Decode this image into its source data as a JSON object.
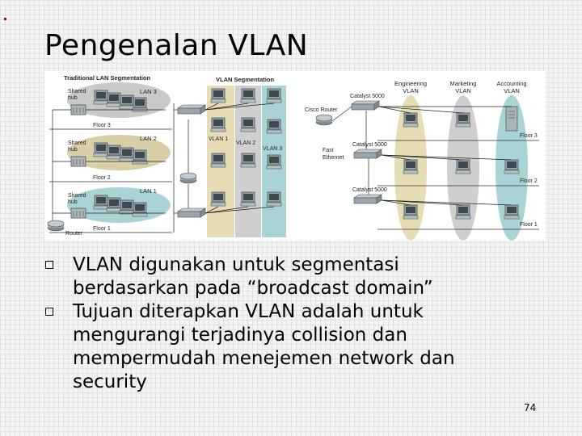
{
  "slide": {
    "title": "Pengenalan VLAN",
    "page_number": "74",
    "bullets": [
      "VLAN digunakan untuk segmentasi berdasarkan pada “broadcast domain”",
      "Tujuan diterapkan VLAN adalah untuk mengurangi terjadinya collision dan mempermudah menejemen network dan security"
    ]
  },
  "figure": {
    "traditional": {
      "heading": "Traditional LAN Segmentation",
      "lans": [
        "LAN 3",
        "LAN 2",
        "LAN 1"
      ],
      "hub_label_top": "Shared",
      "hub_label_bottom": "hub",
      "floors": [
        "Floor 3",
        "Floor 2",
        "Floor 1"
      ],
      "router_label": "Router"
    },
    "vlan": {
      "heading": "VLAN Segmentation",
      "vlans": [
        "VLAN 1",
        "VLAN 2",
        "VLAN 3"
      ]
    },
    "right": {
      "departments": [
        {
          "line1": "Engineering",
          "line2": "VLAN"
        },
        {
          "line1": "Marketing",
          "line2": "VLAN"
        },
        {
          "line1": "Accounting",
          "line2": "VLAN"
        }
      ],
      "switch_label": "Catalyst 5000",
      "router_label": "Cisco Router",
      "link_label_line1": "Fast",
      "link_label_line2": "Ethernet",
      "floors": [
        "Floor 3",
        "Floor 2",
        "Floor 1"
      ]
    }
  }
}
